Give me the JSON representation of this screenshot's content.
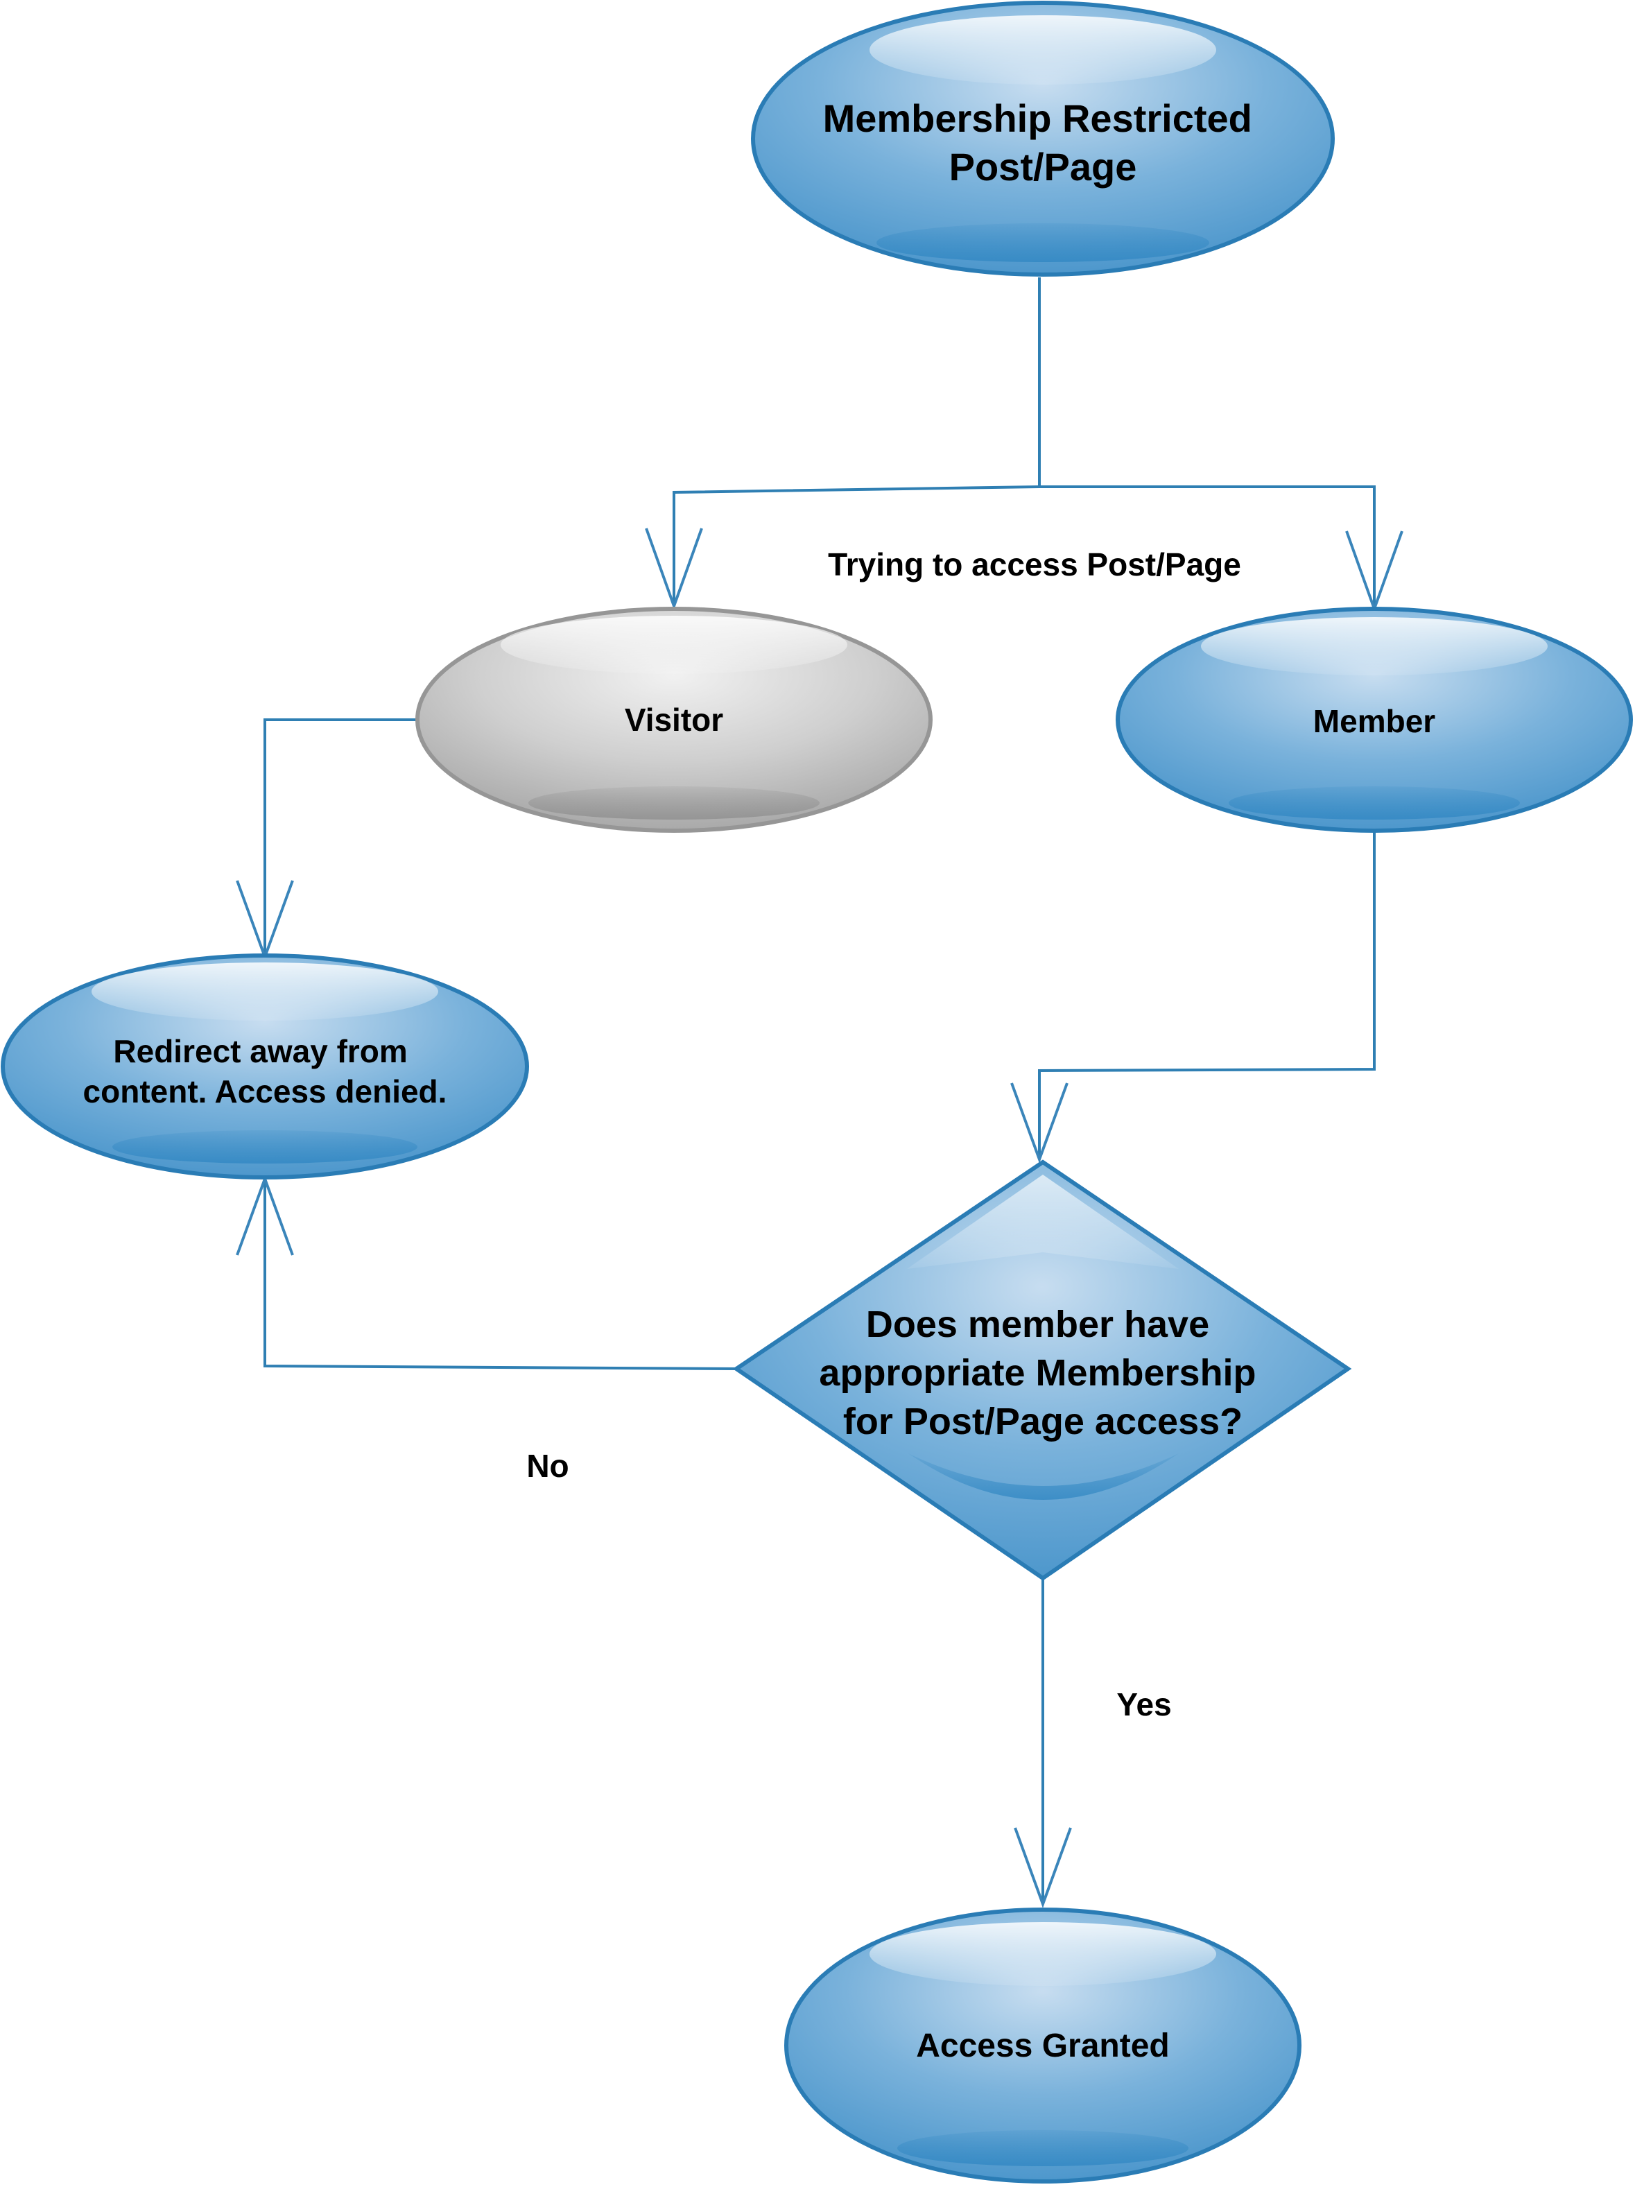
{
  "colors": {
    "node_blue_light": "#c7ddf0",
    "node_blue_mid": "#7ab2db",
    "node_blue_dark": "#4d97cc",
    "node_blue_stroke": "#2a7cb5",
    "node_gray_light": "#f1f1f1",
    "node_gray_mid": "#cfcfcf",
    "node_gray_dark": "#a9a9a9",
    "node_gray_stroke": "#969696",
    "connector": "#2f7fb3"
  },
  "nodes": {
    "start": {
      "lines": [
        "Membership Restricted",
        "Post/Page"
      ],
      "shape": "ellipse",
      "color": "blue"
    },
    "visitor": {
      "lines": [
        "Visitor"
      ],
      "shape": "ellipse",
      "color": "gray"
    },
    "member": {
      "lines": [
        "Member"
      ],
      "shape": "ellipse",
      "color": "blue"
    },
    "redirect": {
      "lines": [
        "Redirect away from",
        "content. Access denied."
      ],
      "shape": "ellipse",
      "color": "blue"
    },
    "decision": {
      "lines": [
        "Does member have",
        "appropriate Membership",
        "for Post/Page access?"
      ],
      "shape": "diamond",
      "color": "blue"
    },
    "granted": {
      "lines": [
        "Access Granted"
      ],
      "shape": "ellipse",
      "color": "blue"
    }
  },
  "edges": {
    "trying": "Trying to access Post/Page",
    "no": "No",
    "yes": "Yes"
  }
}
